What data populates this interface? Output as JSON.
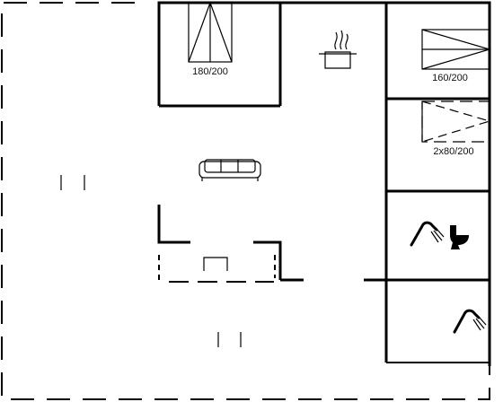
{
  "rooms": {
    "bedroom_1": {
      "bed_label": "180/200"
    },
    "bedroom_2": {
      "bed_label": "160/200"
    },
    "bedroom_3": {
      "bed_label": "2x80/200"
    }
  },
  "icons": {
    "kitchen": "cooking-pot-icon",
    "living": "sofa-icon",
    "bathroom": [
      "shower-icon",
      "toilet-icon"
    ],
    "utility": "shower-icon"
  },
  "colors": {
    "walls": "#000000",
    "background": "#ffffff"
  }
}
